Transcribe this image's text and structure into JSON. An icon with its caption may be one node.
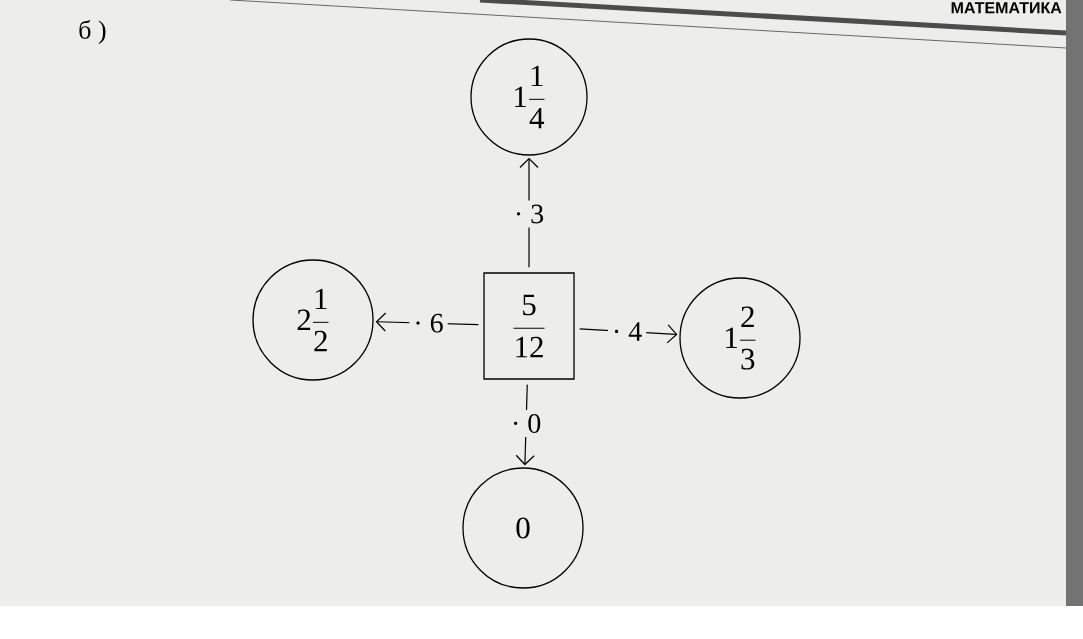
{
  "diagram": {
    "nodes": [
      {
        "text": [
          "1\\frac{1}{4}"
        ]
      },
      {
        "text": [
          "2\\frac{1}{2}"
        ]
      },
      {
        "text": [
          "\\frac{5}{12}"
        ]
      },
      {
        "text": [
          "1\\frac{2}{3}"
        ]
      },
      {
        "text": [
          "0"
        ]
      }
    ],
    "edges": [
      {
        "from": 2,
        "to": 0,
        "arrow": "to",
        "label": "· 3"
      },
      {
        "from": 2,
        "to": 1,
        "arrow": "to",
        "label": "· 6"
      },
      {
        "from": 2,
        "to": 3,
        "arrow": "to",
        "label": "· 4"
      },
      {
        "from": 2,
        "to": 4,
        "arrow": "to",
        "label": "· 0"
      }
    ],
    "labels": [
      "МАТЕМАТИКА",
      "б )"
    ]
  }
}
